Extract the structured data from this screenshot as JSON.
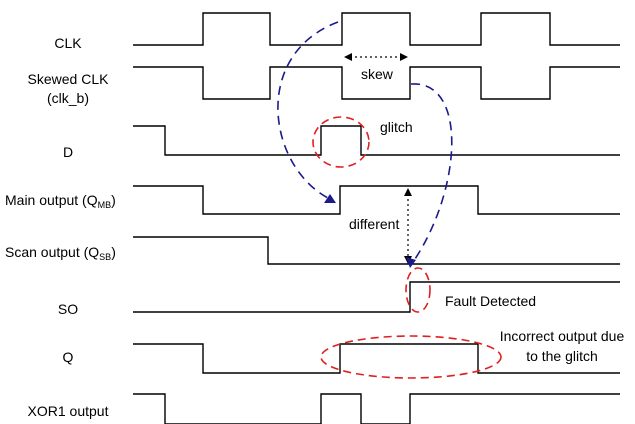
{
  "signals": [
    {
      "id": "clk",
      "label": "CLK"
    },
    {
      "id": "skewed_clk",
      "label": "Skewed CLK",
      "sub": "(clk_b)"
    },
    {
      "id": "d",
      "label": "D"
    },
    {
      "id": "main_out",
      "label_main": "Main output (Q",
      "label_sub": "MB",
      "label_end": ")"
    },
    {
      "id": "scan_out",
      "label_main": "Scan output (Q",
      "label_sub": "SB",
      "label_end": ")"
    },
    {
      "id": "so",
      "label": "SO"
    },
    {
      "id": "q",
      "label": "Q"
    },
    {
      "id": "xor1",
      "label": "XOR1 output"
    }
  ],
  "annotations": {
    "skew": "skew",
    "glitch": "glitch",
    "different": "different",
    "fault": "Fault Detected",
    "incorrect_line1": "Incorrect output due",
    "incorrect_line2": "to the glitch"
  },
  "colors": {
    "wave": "#000000",
    "causal_arrow": "#1a1a8c",
    "highlight_ellipse": "#e02020"
  }
}
